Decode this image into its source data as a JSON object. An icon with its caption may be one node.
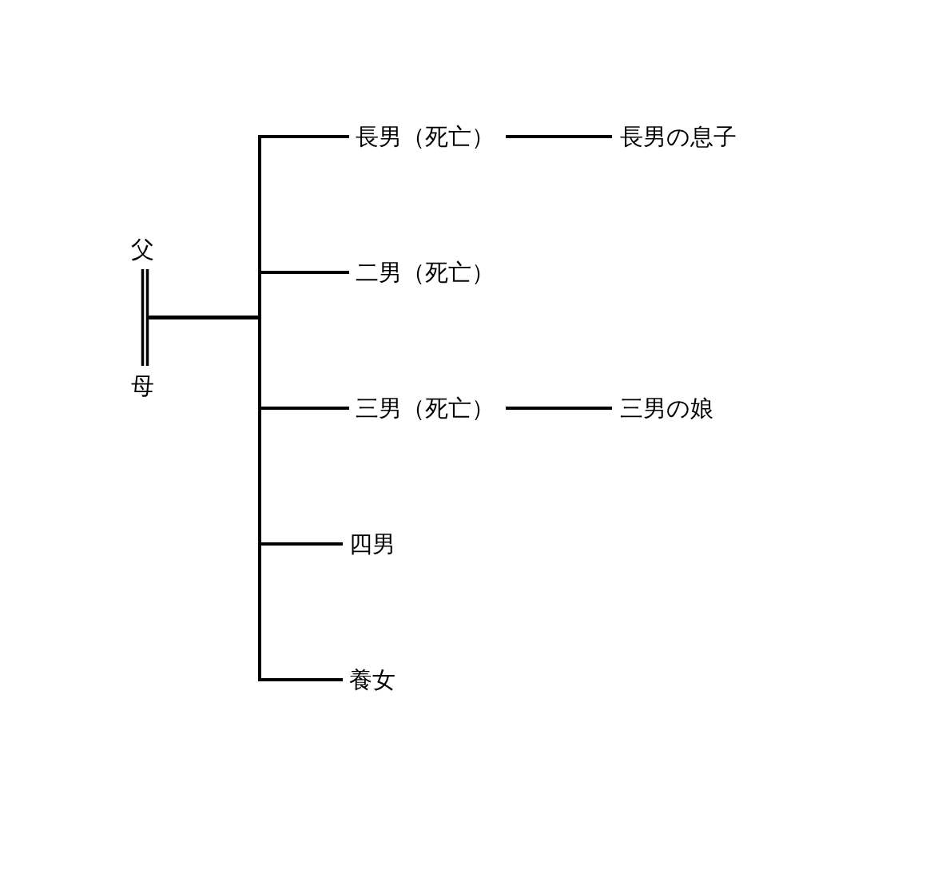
{
  "diagram": {
    "nodes": [
      {
        "text": [
          "父"
        ]
      },
      {
        "text": [
          "母"
        ]
      },
      {
        "text": [
          "長男（死亡）"
        ]
      },
      {
        "text": [
          "二男（死亡）"
        ]
      },
      {
        "text": [
          "三男（死亡）"
        ]
      },
      {
        "text": [
          "四男"
        ]
      },
      {
        "text": [
          "養女"
        ]
      },
      {
        "text": [
          "長男の息子"
        ]
      },
      {
        "text": [
          "三男の娘"
        ]
      }
    ],
    "edges": [
      {
        "from": 0,
        "to": 1,
        "arrow": "none"
      },
      {
        "from": 0,
        "to": 2,
        "arrow": "none"
      },
      {
        "from": 0,
        "to": 3,
        "arrow": "none"
      },
      {
        "from": 0,
        "to": 4,
        "arrow": "none"
      },
      {
        "from": 0,
        "to": 5,
        "arrow": "none"
      },
      {
        "from": 0,
        "to": 6,
        "arrow": "none"
      },
      {
        "from": 1,
        "to": 2,
        "arrow": "none"
      },
      {
        "from": 1,
        "to": 3,
        "arrow": "none"
      },
      {
        "from": 1,
        "to": 4,
        "arrow": "none"
      },
      {
        "from": 1,
        "to": 5,
        "arrow": "none"
      },
      {
        "from": 1,
        "to": 6,
        "arrow": "none"
      },
      {
        "from": 2,
        "to": 7,
        "arrow": "none"
      },
      {
        "from": 4,
        "to": 8,
        "arrow": "none"
      }
    ]
  }
}
